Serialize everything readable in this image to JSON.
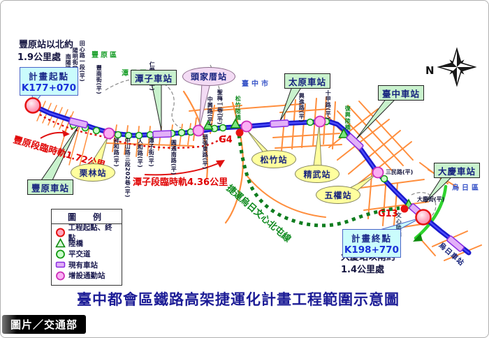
{
  "title": "臺中都會區鐵路高架捷運化計畫工程範圍示意圖",
  "credit_badge": "圖片／交通部",
  "compass_n": "N",
  "start": {
    "approach_line1": "豐原站以北約",
    "approach_line2": "1.9公里處",
    "kp_title": "計畫起點",
    "kp_value": "K177+070"
  },
  "end": {
    "kp_title": "計畫終點",
    "kp_value": "K198+770",
    "approach_line1": "大慶站以南約",
    "approach_line2": "1.4公里處"
  },
  "temp_tracks": {
    "fengyuan": "豐原段臨時軌1.72公里",
    "tanzi": "潭子段臨時軌4.36公里"
  },
  "mrt": {
    "line_name": "捷運烏日文心北屯線",
    "g4": "G4",
    "g13": "G13"
  },
  "existing_stations": {
    "fengyuan": "豐原車站",
    "tanzi": "潭子車站",
    "taiyuan": "太原車站",
    "taichung": "臺中車站",
    "daqing": "大慶車站",
    "wuri": "烏日車站"
  },
  "commuter_stations": {
    "lilin": "栗林站",
    "toujiacuo": "頭家厝站",
    "songzhu": "松竹站",
    "jingwu": "精武站",
    "wuquan": "五權站"
  },
  "districts": {
    "fengyuan": "豐原區",
    "tanzi": "潭子區",
    "taichung_city": "臺中市",
    "wuri": "烏日區"
  },
  "bridges": {
    "songzhu": "松竹陸橋",
    "fuxing": "復興陸橋",
    "wenxin": "文心陸橋"
  },
  "crossings": {
    "nanyang": "南陽路(平)",
    "yangming": "陽明街(平)",
    "tianxin": "田心路一段(平)",
    "fengnan": "豐南街(平)",
    "renai": "仁愛路(平)",
    "xianghe": "祥和路(平)",
    "zhongshan": "中山路三段202巷(平)",
    "renhe": "人和路(平)",
    "tanzijie": "潭子街(平)",
    "yuantong": "圓通南路(平)",
    "touzhang": "頭張東路(平)",
    "zhongxing": "中興路(平)",
    "shengmei": "聖梅一巷(平)",
    "xingjin": "興進路(平)",
    "shijia": "十甲路(平)",
    "sanmin": "三民路(平)",
    "daqingjie": "大慶街(平)"
  },
  "legend": {
    "title": "圖　例",
    "start_end": "工程起點、終點",
    "bridge": "陸橋",
    "crossing": "平交道",
    "existing": "現有車站",
    "commuter": "增設通勤站"
  },
  "colors": {
    "rail_blue": "#1a1acd",
    "road_orange": "#ff8833",
    "mrt_green": "#0f7d1f",
    "temp_track_red": "#e01010",
    "title_blue": "#1c1c96",
    "station_box_green": "#c9f2cd",
    "kp_box_cyan": "#cafcfc",
    "commuter_pink": "#fbaef5",
    "existing_purple": "#e2b0f8"
  }
}
